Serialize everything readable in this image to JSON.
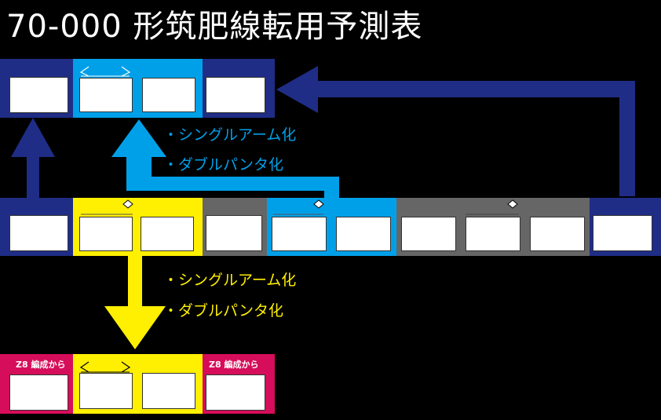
{
  "title": "70-000 形筑肥線転用予測表",
  "colors": {
    "navy": "#1f2d86",
    "cyan": "#00a0e9",
    "yellow": "#ffef00",
    "gray": "#666666",
    "magenta": "#d60d5a",
    "white": "#ffffff",
    "black": "#000000"
  },
  "notes": {
    "cyan_1": "・シングルアーム化",
    "cyan_2": "・ダブルパンタ化",
    "yellow_1": "・シングルアーム化",
    "yellow_2": "・ダブルパンタ化"
  },
  "bottom_train": {
    "left_tag": "Z8 編成から",
    "right_tag": "Z8 編成から"
  }
}
